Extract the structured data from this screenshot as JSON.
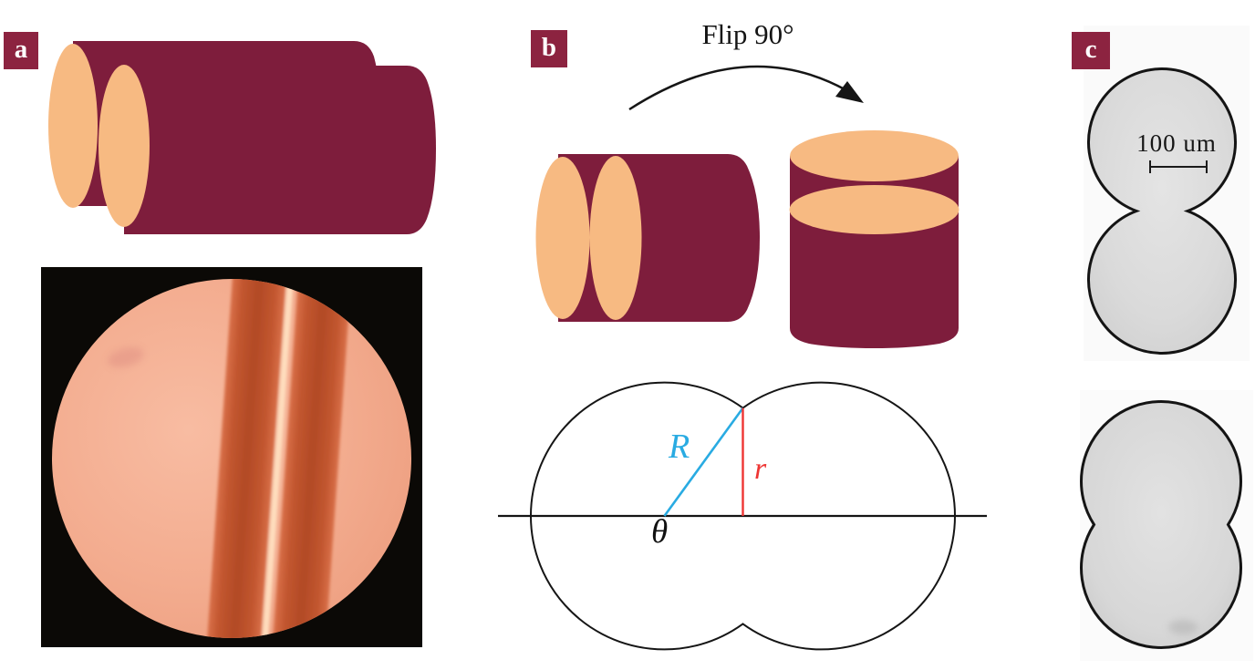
{
  "figure": {
    "panels": [
      {
        "id": "a",
        "label": "a"
      },
      {
        "id": "b",
        "label": "b"
      },
      {
        "id": "c",
        "label": "c"
      }
    ],
    "panel_b": {
      "flip_label": "Flip 90°",
      "diagram": {
        "R": "R",
        "r": "r",
        "theta": "θ"
      }
    },
    "panel_c": {
      "scale_label": "100 um"
    }
  },
  "colors": {
    "maroon": "#7E1D3C",
    "badge_maroon": "#8C2340",
    "peach": "#F7BA82",
    "label_blue": "#29ABE2",
    "label_red": "#EE3533",
    "ink": "#151515"
  }
}
